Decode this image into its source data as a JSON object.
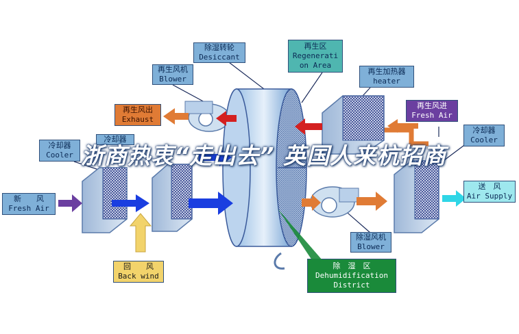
{
  "labels": {
    "desiccant": {
      "zh": "除湿转轮",
      "en": "Desiccant"
    },
    "regen_blower": {
      "zh": "再生风机",
      "en": "Blower"
    },
    "regen_area": {
      "zh": "再生区",
      "en1": "Regenerati",
      "en2": "on Area"
    },
    "regen_heater": {
      "zh": "再生加热器",
      "en": "heater"
    },
    "exhaust": {
      "zh": "再生风出",
      "en": "Exhaust"
    },
    "regen_fresh_air": {
      "zh": "再生风进",
      "en": "Fresh Air"
    },
    "cooler_left": {
      "zh": "冷却器",
      "en": "Cooler"
    },
    "cooler_mid": {
      "zh": "冷却器"
    },
    "cooler_right": {
      "zh": "冷却器",
      "en": "Cooler"
    },
    "fresh_air": {
      "zh": "新　　风",
      "en": "Fresh Air"
    },
    "air_supply": {
      "zh": "送　风",
      "en": "Air Supply"
    },
    "dehum_blower": {
      "zh": "除湿风机",
      "en": "Blower"
    },
    "back_wind": {
      "zh": "回　　风",
      "en": "Back wind"
    },
    "dehum_district": {
      "zh": "除　湿　区",
      "en1": "Dehumidification",
      "en2": "District"
    }
  },
  "watermark": "浙商热衷“走出去” 英国人来杭招商",
  "colors": {
    "label_blue": "#7fb0d8",
    "label_orange": "#e07b35",
    "label_purple": "#6b3fa0",
    "label_yellow": "#f2d36b",
    "label_green": "#1a8a3a",
    "label_cyan": "#9ee8ee",
    "arrow_red": "#d42020",
    "arrow_orange": "#e07b35",
    "arrow_blue": "#1a3ee0",
    "arrow_yellow": "#f2d36b",
    "arrow_purple": "#6b3fa0",
    "arrow_cyan": "#2fd6e6"
  }
}
